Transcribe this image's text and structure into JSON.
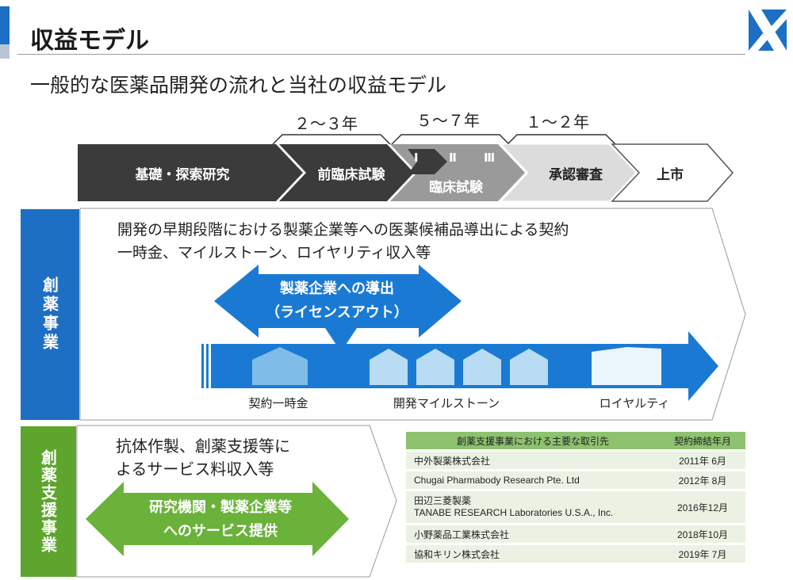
{
  "header": {
    "title": "収益モデル"
  },
  "subtitle": "一般的な医薬品開発の流れと当社の収益モデル",
  "periods": [
    "２～３年",
    "５～７年",
    "１～２年"
  ],
  "stages": {
    "basic": "基礎・探索研究",
    "preclinical": "前臨床試験",
    "clinical": "臨床試験",
    "phase1": "Ⅰ",
    "phase2": "Ⅱ",
    "phase3": "Ⅲ",
    "approval": "承認審査",
    "launch": "上市"
  },
  "drug_discovery": {
    "label": "創薬事業",
    "description_line1": "開発の早期段階における製薬企業等への医薬候補品導出による契約",
    "description_line2": "一時金、マイルストーン、ロイヤリティ収入等",
    "arrow_line1": "製薬企業への導出",
    "arrow_line2": "（ライセンスアウト）",
    "milestones": [
      "契約一時金",
      "開発マイルストーン",
      "ロイヤルティ"
    ]
  },
  "support": {
    "label": "創薬支援事業",
    "description_line1": "抗体作製、創薬支援等に",
    "description_line2": "よるサービス料収入等",
    "arrow_line1": "研究機関・製薬企業等",
    "arrow_line2": "へのサービス提供"
  },
  "partners_table": {
    "headers": [
      "創薬支援事業における主要な取引先",
      "契約締結年月"
    ],
    "rows": [
      {
        "name": "中外製薬株式会社",
        "name2": "",
        "date": "2011年 6月"
      },
      {
        "name": "Chugai Pharmabody Research Pte. Ltd",
        "name2": "",
        "date": "2012年 8月"
      },
      {
        "name": "田辺三菱製薬",
        "name2": "TANABE RESEARCH Laboratories U.S.A., Inc.",
        "date": "2016年12月"
      },
      {
        "name": "小野薬品工業株式会社",
        "name2": "",
        "date": "2018年10月"
      },
      {
        "name": "協和キリン株式会社",
        "name2": "",
        "date": "2019年 7月"
      }
    ]
  },
  "colors": {
    "dark_stage": "#3b3b3b",
    "clinical_stage": "#9a9a9a",
    "approval_stage": "#dcdcdc",
    "blue": "#1a7ad3",
    "blue_side": "#1d6fc4",
    "green": "#6ab23a",
    "green_side": "#5ea52e",
    "table_header": "#8dc26f",
    "table_row": "#ebf2e3"
  },
  "logo": {
    "icon": "company-logo-icon"
  }
}
